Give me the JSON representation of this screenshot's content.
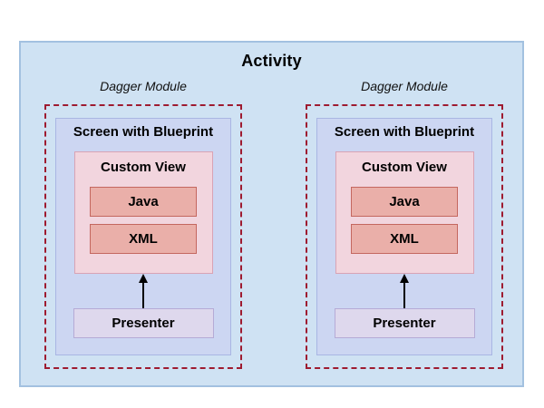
{
  "diagram": {
    "title": "Activity",
    "modules": [
      {
        "label": "Dagger Module",
        "screen": {
          "title": "Screen with Blueprint",
          "custom_view": {
            "title": "Custom View",
            "java_label": "Java",
            "xml_label": "XML"
          },
          "presenter_label": "Presenter",
          "arrow_direction": "up"
        }
      },
      {
        "label": "Dagger Module",
        "screen": {
          "title": "Screen with Blueprint",
          "custom_view": {
            "title": "Custom View",
            "java_label": "Java",
            "xml_label": "XML"
          },
          "presenter_label": "Presenter",
          "arrow_direction": "up"
        }
      }
    ],
    "colors": {
      "activity_bg": "#cfe2f3",
      "activity_border": "#a3c1e0",
      "module_dashed_border": "#9e1b30",
      "screen_bg": "#ccd6f2",
      "screen_border": "#a9b6e3",
      "custom_view_bg": "#f2d5de",
      "custom_view_border": "#d9a3b4",
      "code_box_bg": "#eaafa9",
      "code_box_border": "#c4675f",
      "presenter_bg": "#ded8ed",
      "presenter_border": "#b5abd6",
      "arrow_color": "#000000"
    },
    "icons": {
      "up_arrow": "▲"
    }
  }
}
